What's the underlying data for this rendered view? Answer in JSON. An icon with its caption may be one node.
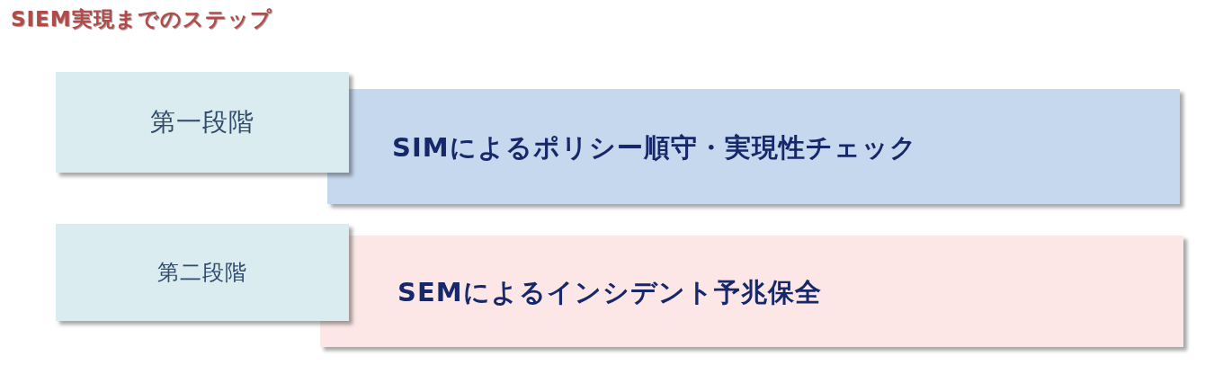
{
  "diagram": {
    "title": "SIEM実現までのステップ",
    "nodes": [
      {
        "text": [
          "第一段階"
        ]
      },
      {
        "text": [
          "SIMによるポリシー順守・実現性チェック"
        ]
      },
      {
        "text": [
          "第二段階"
        ]
      },
      {
        "text": [
          "SEMによるインシデント予兆保全"
        ]
      }
    ],
    "edges": []
  }
}
